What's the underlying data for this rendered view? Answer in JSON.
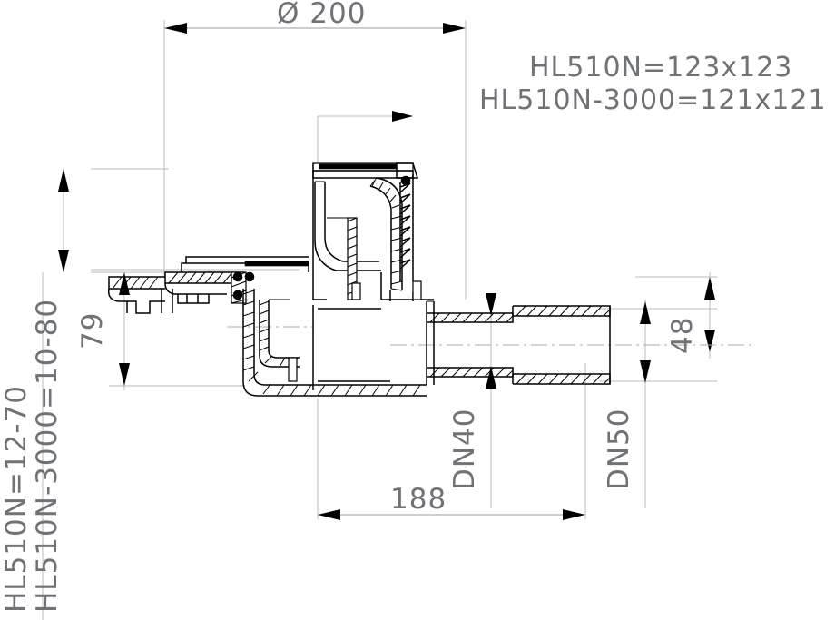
{
  "drawing": {
    "title": "HL510N floor drain cross-section",
    "type": "technical-cad-section",
    "background": "#ffffff",
    "line_color": "#000000",
    "dim_color": "#6f7276"
  },
  "dimensions": {
    "diameter_top": "Ø 200",
    "height_79": "79",
    "length_188": "188",
    "height_48": "48"
  },
  "labels": {
    "outlet_dn40": "DN40",
    "outlet_dn50": "DN50",
    "note_line1": "HL510N=123x123",
    "note_line2": "HL510N-3000=121x121",
    "left_label_1": "HL510N=12-70",
    "left_label_2": "HL510N-3000=10-80"
  }
}
